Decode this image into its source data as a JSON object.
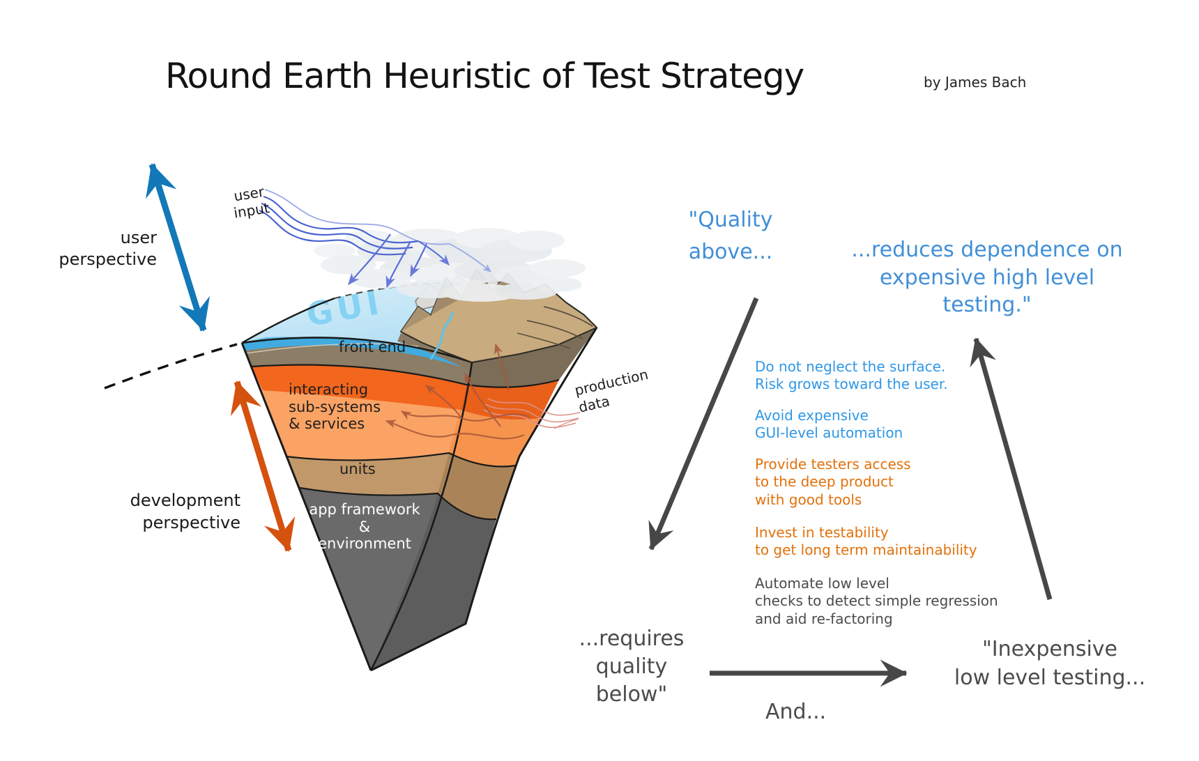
{
  "title": {
    "text": "Round Earth Heuristic of Test Strategy",
    "byline": "by James Bach"
  },
  "left_labels": {
    "user_perspective": "user\nperspective",
    "development_perspective": "development\nperspective",
    "user_input": "user\ninput",
    "production_data": "production\ndata"
  },
  "wedge": {
    "gui": "GUI",
    "front_end": "front end",
    "subsystems": "interacting\nsub-systems\n& services",
    "units": "units",
    "framework": "app framework\n&\nenvironment"
  },
  "cycle": {
    "quality_above": "\"Quality\nabove...",
    "reduces": "...reduces dependence on\nexpensive high level\ntesting.\"",
    "requires": "...requires\nquality\nbelow\"",
    "inexpensive": "\"Inexpensive\nlow level testing...",
    "and": "And...",
    "bullets": [
      {
        "text": "Do not neglect the surface.\nRisk grows toward the user.",
        "color": "blue"
      },
      {
        "text": "Avoid expensive\nGUI-level automation",
        "color": "blue"
      },
      {
        "text": "Provide testers access\nto the deep product\nwith good tools",
        "color": "orange"
      },
      {
        "text": "Invest in testability\nto get long term maintainability",
        "color": "orange"
      },
      {
        "text": "Automate low level\nchecks to detect simple regression\nand aid re-factoring",
        "color": "dark"
      }
    ]
  },
  "colors": {
    "headline_blue": "#418fd7",
    "bullet_blue": "#2f97e6",
    "bullet_orange": "#e2710b",
    "text_dark": "#4b4b4b",
    "arrow_blue": "#1278b8",
    "arrow_orange": "#d4510e",
    "arrow_gray": "#474747"
  }
}
